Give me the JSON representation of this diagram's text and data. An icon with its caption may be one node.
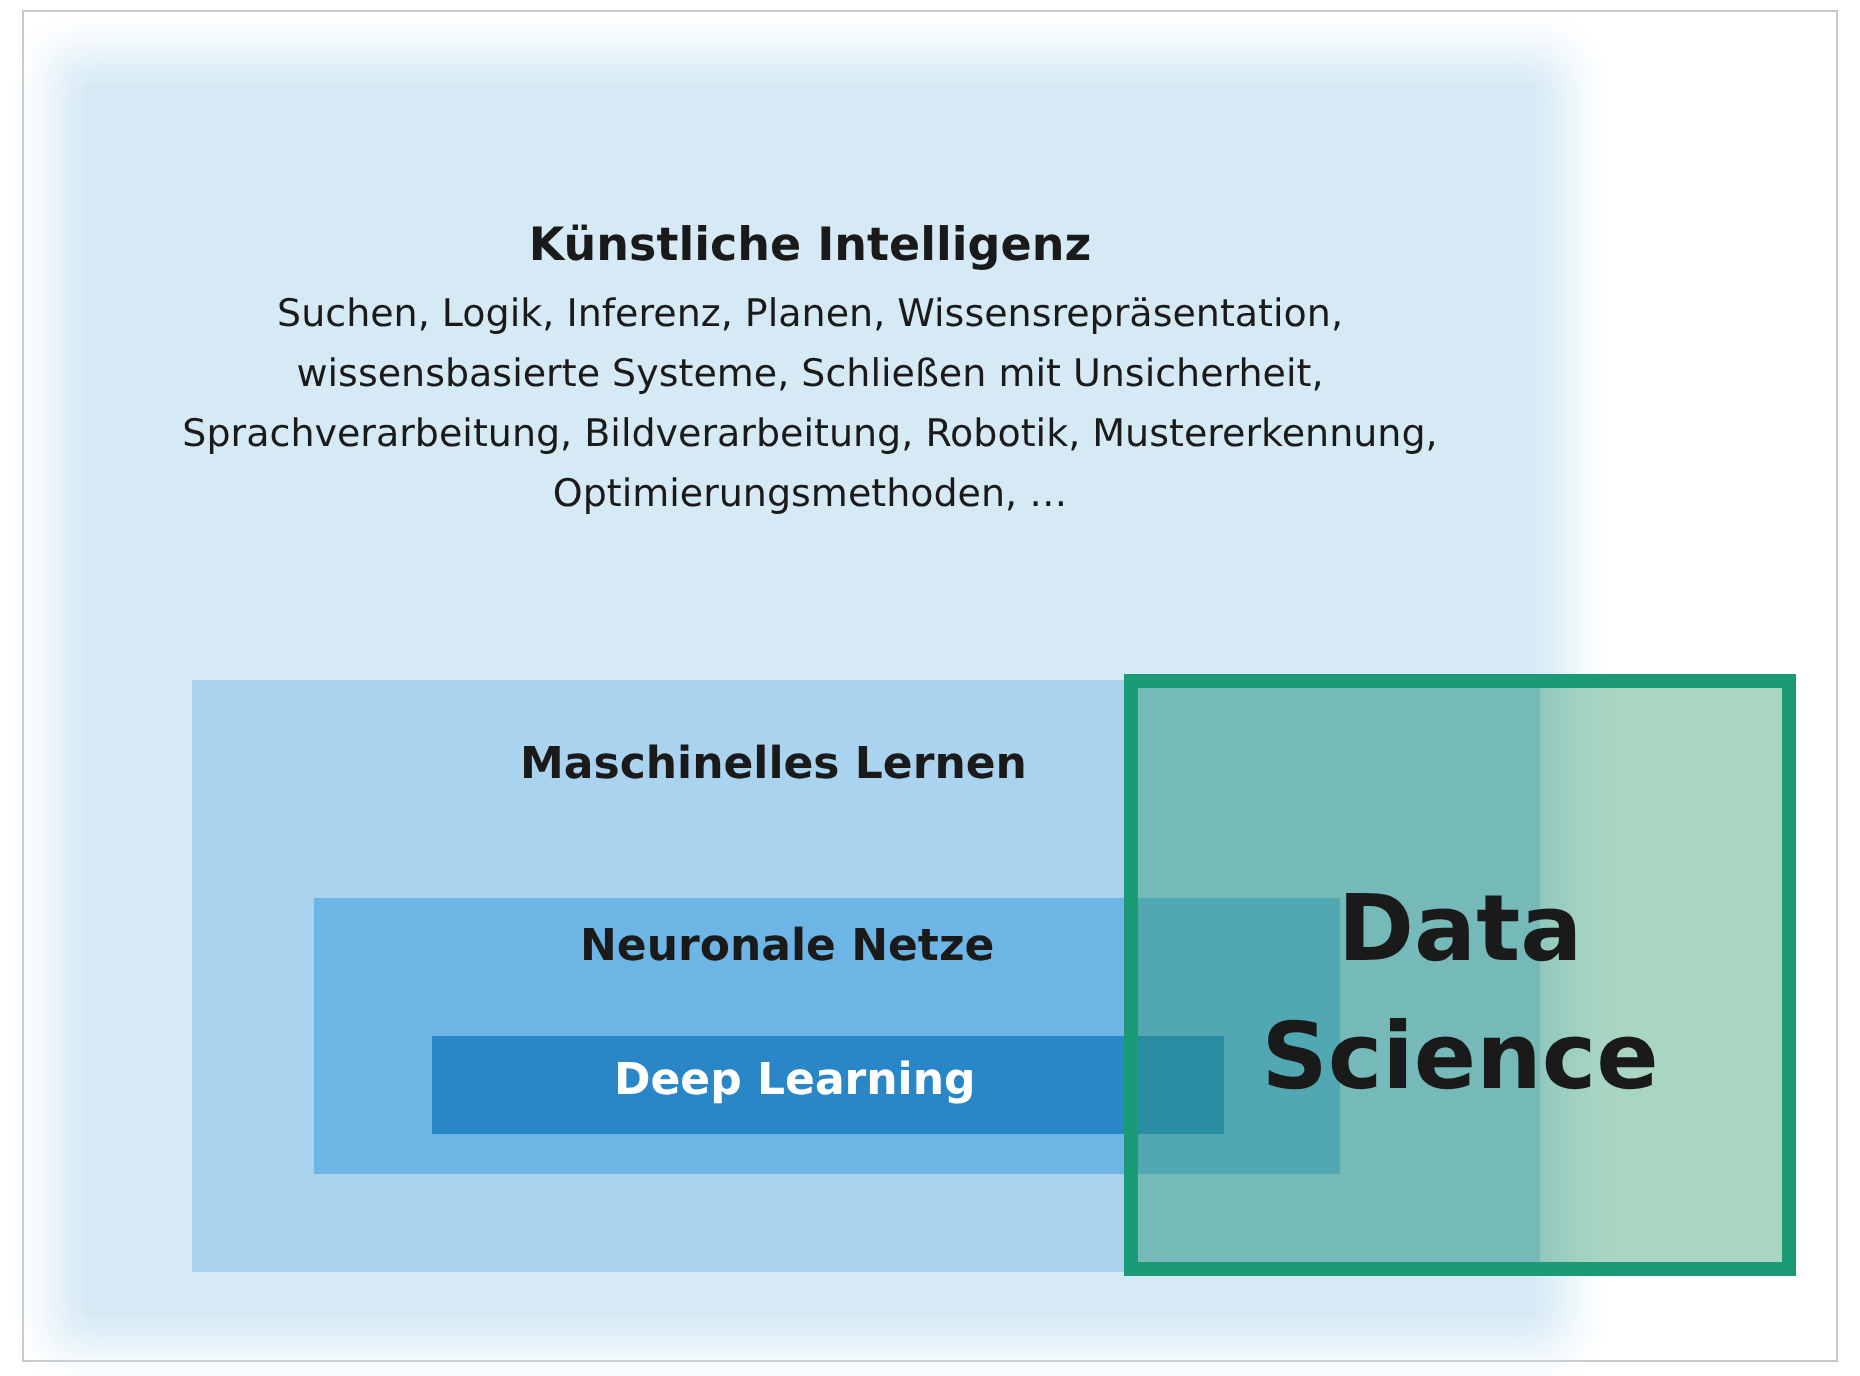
{
  "diagram": {
    "nodes": [
      {
        "text": [
          "Künstliche Intelligenz",
          "Suchen, Logik, Inferenz, Planen, Wissensrepräsentation, wissensbasierte Systeme, Schließen mit Unsicherheit, Sprachverarbeitung, Bildverarbeitung, Robotik, Mustererkennung, Optimierungsmethoden, …"
        ]
      },
      {
        "text": [
          "Maschinelles Lernen"
        ],
        "in": 0
      },
      {
        "text": [
          "Neuronale Netze"
        ],
        "in": 1
      },
      {
        "text": [
          "Deep Learning"
        ],
        "in": 2
      },
      {
        "text": [
          "Data Science"
        ]
      }
    ]
  }
}
